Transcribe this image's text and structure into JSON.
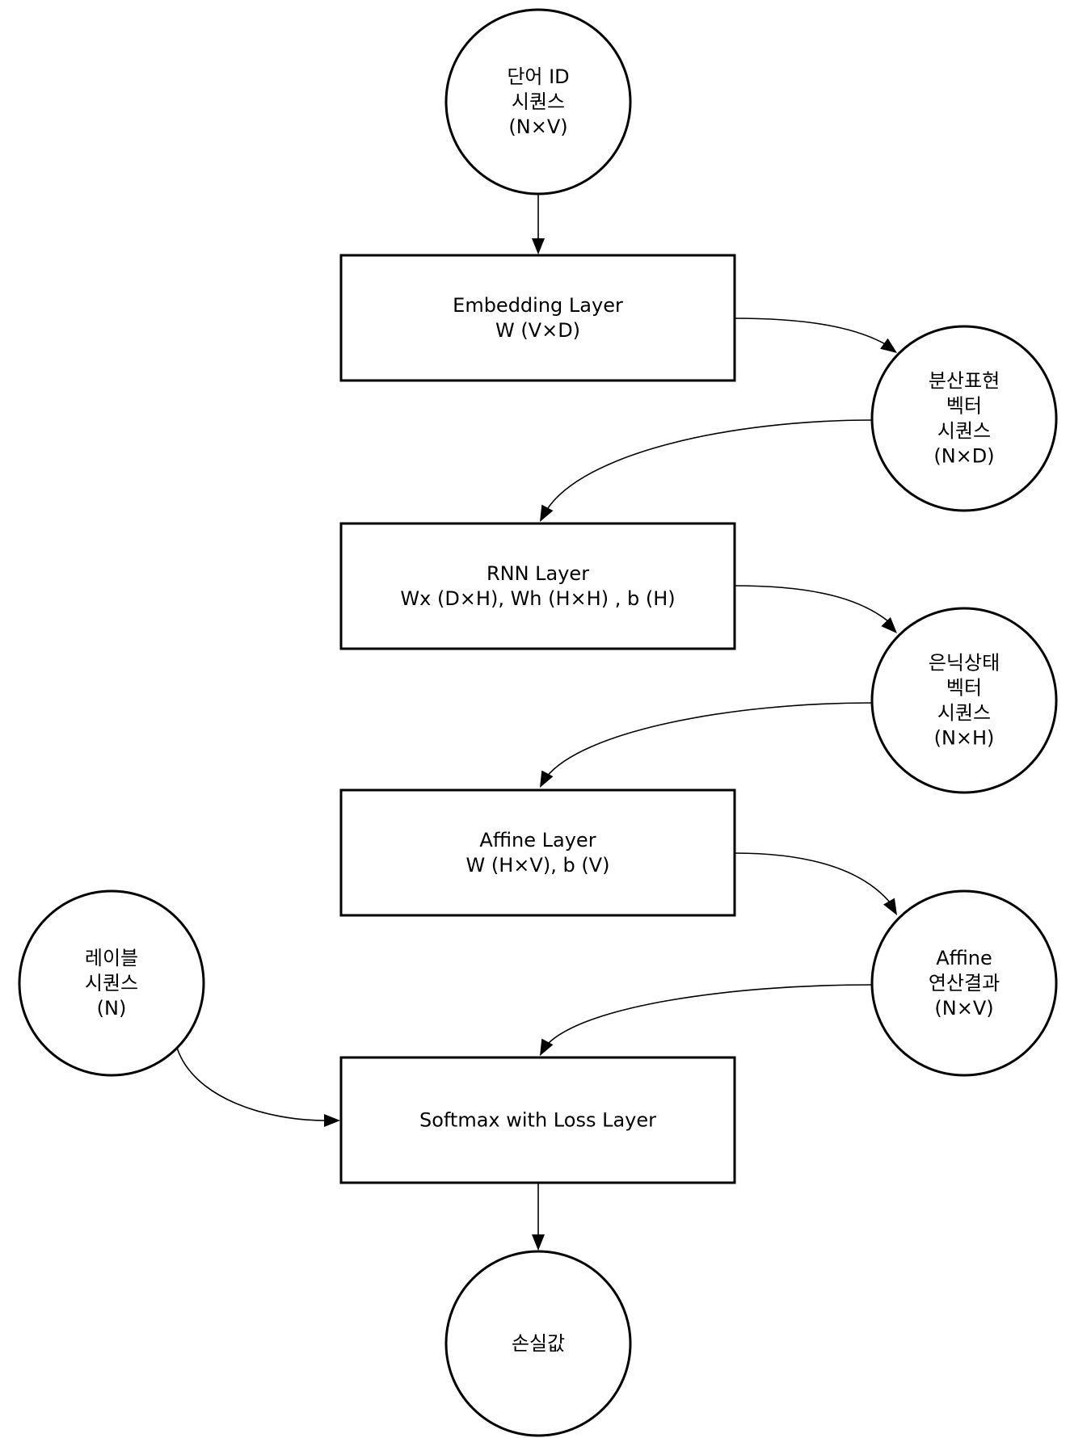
{
  "diagram": {
    "nodes": {
      "word_ids": {
        "shape": "circle",
        "lines": [
          "단어 ID",
          "시퀀스",
          "(N×V)"
        ]
      },
      "embedding_layer": {
        "shape": "rect",
        "lines": [
          "Embedding Layer",
          "W (V×D)"
        ]
      },
      "embedding_vectors": {
        "shape": "circle",
        "lines": [
          "분산표현",
          "벡터",
          "시퀀스",
          "(N×D)"
        ]
      },
      "rnn_layer": {
        "shape": "rect",
        "lines": [
          "RNN Layer",
          "Wx (D×H), Wh (H×H) , b (H)"
        ]
      },
      "hidden_states": {
        "shape": "circle",
        "lines": [
          "은닉상태",
          "벡터",
          "시퀀스",
          "(N×H)"
        ]
      },
      "affine_layer": {
        "shape": "rect",
        "lines": [
          "Affine Layer",
          "W (H×V), b (V)"
        ]
      },
      "affine_output": {
        "shape": "circle",
        "lines": [
          "Affine",
          "연산결과",
          "(N×V)"
        ]
      },
      "labels": {
        "shape": "circle",
        "lines": [
          "레이블",
          "시퀀스",
          "(N)"
        ]
      },
      "softmax_loss_layer": {
        "shape": "rect",
        "lines": [
          "Softmax with Loss Layer"
        ]
      },
      "loss": {
        "shape": "circle",
        "lines": [
          "손실값"
        ]
      }
    },
    "edges": [
      {
        "from": "word_ids",
        "to": "embedding_layer"
      },
      {
        "from": "embedding_layer",
        "to": "embedding_vectors"
      },
      {
        "from": "embedding_vectors",
        "to": "rnn_layer"
      },
      {
        "from": "rnn_layer",
        "to": "hidden_states"
      },
      {
        "from": "hidden_states",
        "to": "affine_layer"
      },
      {
        "from": "affine_layer",
        "to": "affine_output"
      },
      {
        "from": "affine_output",
        "to": "softmax_loss_layer"
      },
      {
        "from": "labels",
        "to": "softmax_loss_layer"
      },
      {
        "from": "softmax_loss_layer",
        "to": "loss"
      }
    ]
  }
}
